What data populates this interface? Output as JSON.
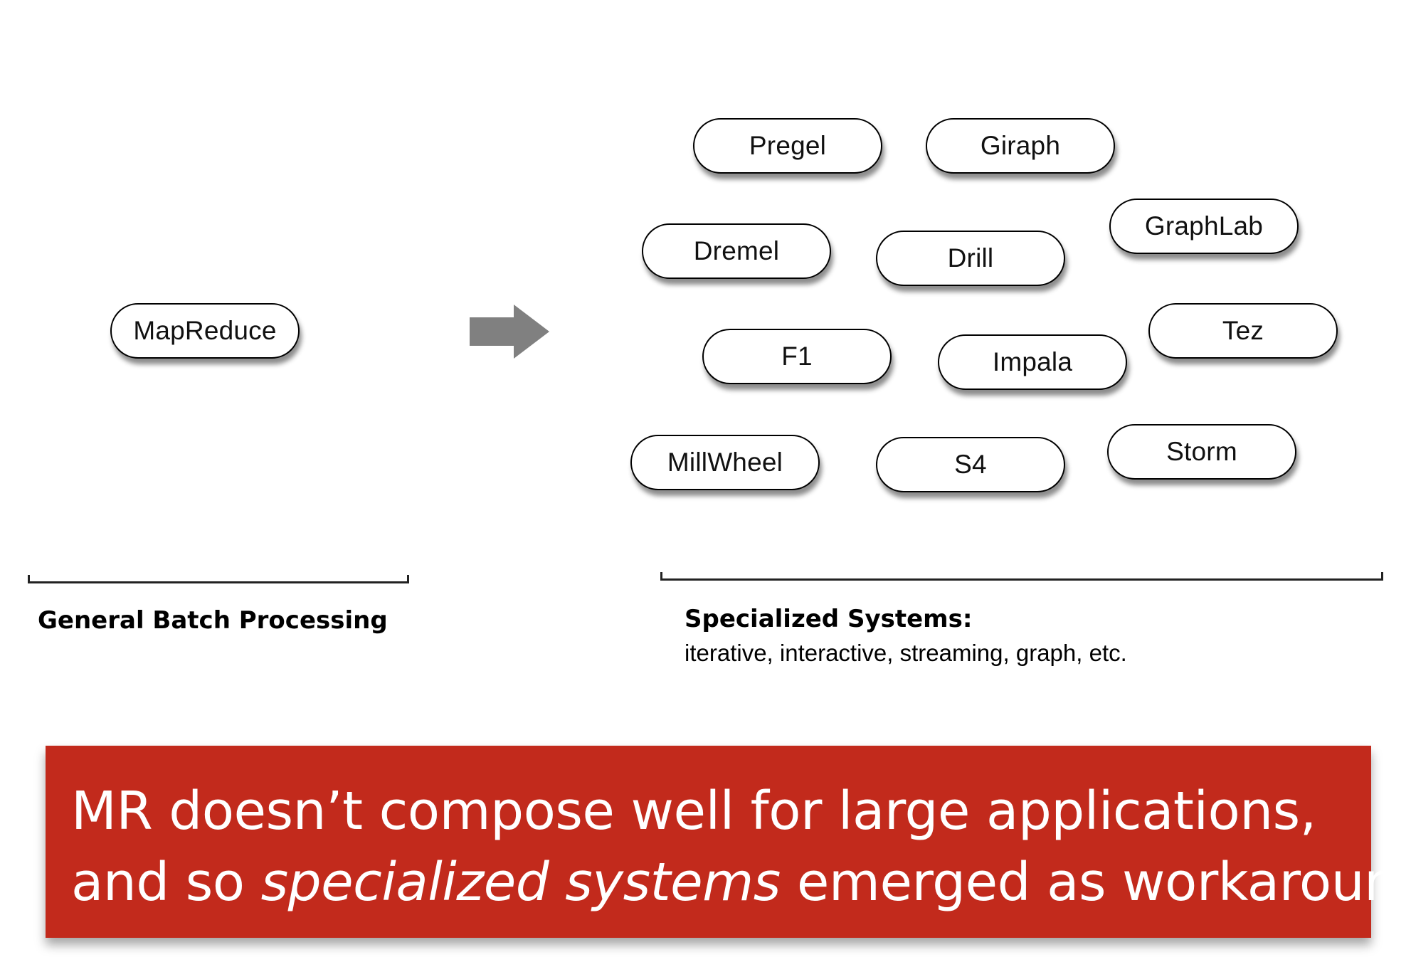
{
  "left_group": {
    "pill": "MapReduce",
    "label": "General Batch Processing"
  },
  "arrow": {
    "color": "#808080"
  },
  "right_group": {
    "pills": [
      "Pregel",
      "Giraph",
      "Dremel",
      "Drill",
      "GraphLab",
      "F1",
      "Impala",
      "Tez",
      "MillWheel",
      "S4",
      "Storm"
    ],
    "label_title": "Specialized Systems:",
    "label_subtitle": "iterative, interactive, streaming, graph, etc."
  },
  "banner": {
    "color": "#c22a1c",
    "line1": "MR doesn’t compose well for large applications,",
    "line2_prefix": "and so ",
    "line2_emphasis": "specialized systems",
    "line2_suffix": " emerged as workarounds"
  }
}
